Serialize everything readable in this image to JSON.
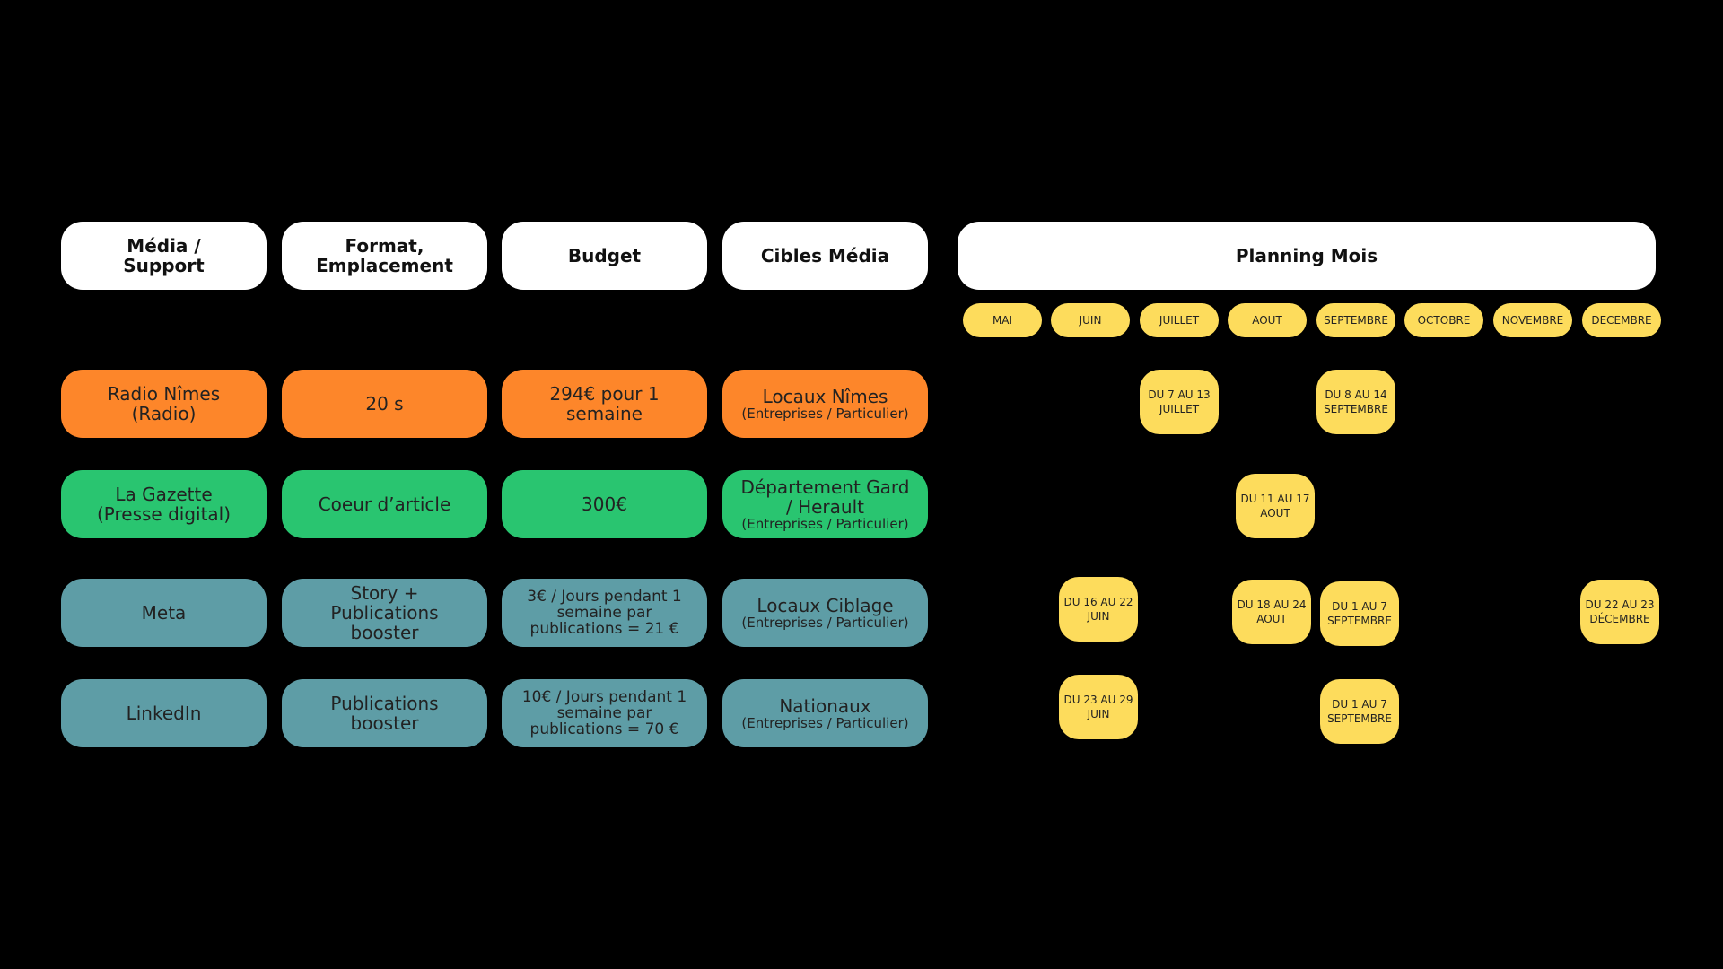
{
  "headers": {
    "media_line1": "Média /",
    "media_line2": "Support",
    "format_line1": "Format,",
    "format_line2": "Emplacement",
    "budget": "Budget",
    "cibles": "Cibles Média",
    "planning": "Planning Mois"
  },
  "months": [
    "MAI",
    "JUIN",
    "JUILLET",
    "AOUT",
    "SEPTEMBRE",
    "OCTOBRE",
    "NOVEMBRE",
    "DECEMBRE"
  ],
  "rows": [
    {
      "media": "Radio Nîmes\n(Radio)",
      "format": "20 s",
      "budget": "294€ pour 1\nsemaine",
      "cible_main": "Locaux Nîmes",
      "cible_sub": "(Entreprises / Particulier)",
      "color": "#fd862a"
    },
    {
      "media": "La Gazette\n(Presse digital)",
      "format": "Coeur d’article",
      "budget": "300€",
      "cible_main": "Département Gard\n/ Herault",
      "cible_sub": "(Entreprises / Particulier)",
      "color": "#29c570"
    },
    {
      "media": "Meta",
      "format": "Story +\nPublications\nbooster",
      "budget": "3€ / Jours pendant 1\nsemaine par\npublications = 21 €",
      "cible_main": "Locaux Ciblage",
      "cible_sub": "(Entreprises / Particulier)",
      "color": "#5e9da6"
    },
    {
      "media": "LinkedIn",
      "format": "Publications\nbooster",
      "budget": "10€ / Jours pendant 1\nsemaine par\npublications = 70 €",
      "cible_main": "Nationaux",
      "cible_sub": "(Entreprises / Particulier)",
      "color": "#5e9da6"
    }
  ],
  "slots": {
    "radio_juillet": {
      "line1": "DU 7 AU 13",
      "line2": "JUILLET"
    },
    "radio_septembre": {
      "line1": "DU 8 AU 14",
      "line2": "SEPTEMBRE"
    },
    "gazette_aout": {
      "line1": "DU 11 AU 17",
      "line2": "AOUT"
    },
    "meta_juin": {
      "line1": "DU 16 AU 22",
      "line2": "JUIN"
    },
    "meta_aout": {
      "line1": "DU 18 AU 24",
      "line2": "AOUT"
    },
    "meta_septembre": {
      "line1": "DU 1 AU 7",
      "line2": "SEPTEMBRE"
    },
    "meta_decembre": {
      "line1": "DU 22 AU 23",
      "line2": "DÉCEMBRE"
    },
    "linkedin_juin": {
      "line1": "DU 23 AU 29",
      "line2": "JUIN"
    },
    "linkedin_septembre": {
      "line1": "DU 1 AU 7",
      "line2": "SEPTEMBRE"
    }
  },
  "colors": {
    "background": "#000000",
    "header": "#ffffff",
    "radio": "#fd862a",
    "gazette": "#29c570",
    "social": "#5e9da6",
    "planning_chip": "#fddc5c"
  }
}
